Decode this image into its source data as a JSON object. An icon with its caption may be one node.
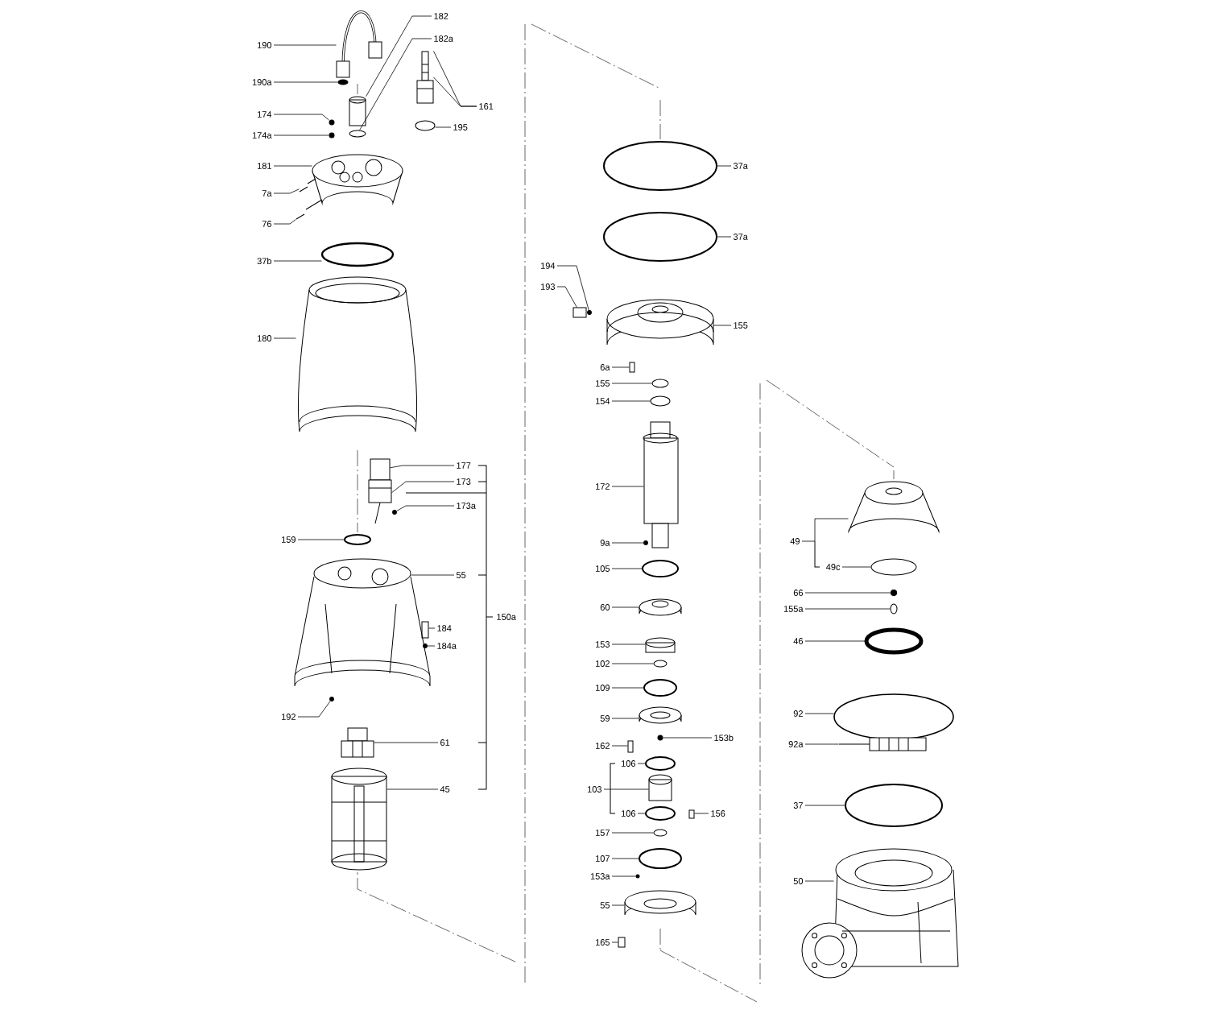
{
  "diagram": {
    "nodes": [
      {
        "text": [
          "190"
        ]
      },
      {
        "text": [
          "190a"
        ]
      },
      {
        "text": [
          "182"
        ]
      },
      {
        "text": [
          "182a"
        ]
      },
      {
        "text": [
          "174"
        ]
      },
      {
        "text": [
          "174a"
        ]
      },
      {
        "text": [
          "181"
        ]
      },
      {
        "text": [
          "161"
        ]
      },
      {
        "text": [
          "195"
        ]
      },
      {
        "text": [
          "7a"
        ]
      },
      {
        "text": [
          "76"
        ]
      },
      {
        "text": [
          "37b"
        ]
      },
      {
        "text": [
          "180"
        ]
      },
      {
        "text": [
          "177"
        ]
      },
      {
        "text": [
          "173"
        ]
      },
      {
        "text": [
          "173a"
        ]
      },
      {
        "text": [
          "159"
        ]
      },
      {
        "text": [
          "55"
        ]
      },
      {
        "text": [
          "184"
        ]
      },
      {
        "text": [
          "184a"
        ]
      },
      {
        "text": [
          "192"
        ]
      },
      {
        "text": [
          "61"
        ]
      },
      {
        "text": [
          "45"
        ]
      },
      {
        "text": [
          "37a"
        ]
      },
      {
        "text": [
          "37a"
        ]
      },
      {
        "text": [
          "194"
        ]
      },
      {
        "text": [
          "193"
        ]
      },
      {
        "text": [
          "155"
        ]
      },
      {
        "text": [
          "6a"
        ]
      },
      {
        "text": [
          "155"
        ]
      },
      {
        "text": [
          "154"
        ]
      },
      {
        "text": [
          "172"
        ]
      },
      {
        "text": [
          "9a"
        ]
      },
      {
        "text": [
          "105"
        ]
      },
      {
        "text": [
          "60"
        ]
      },
      {
        "text": [
          "153"
        ]
      },
      {
        "text": [
          "102"
        ]
      },
      {
        "text": [
          "109"
        ]
      },
      {
        "text": [
          "59"
        ]
      },
      {
        "text": [
          "162"
        ]
      },
      {
        "text": [
          "153b"
        ]
      },
      {
        "text": [
          "106"
        ]
      },
      {
        "text": [
          "103"
        ]
      },
      {
        "text": [
          "106"
        ]
      },
      {
        "text": [
          "156"
        ]
      },
      {
        "text": [
          "157"
        ]
      },
      {
        "text": [
          "107"
        ]
      },
      {
        "text": [
          "153a"
        ]
      },
      {
        "text": [
          "55"
        ]
      },
      {
        "text": [
          "165"
        ]
      },
      {
        "text": [
          "49"
        ]
      },
      {
        "text": [
          "49c"
        ]
      },
      {
        "text": [
          "66"
        ]
      },
      {
        "text": [
          "155a"
        ]
      },
      {
        "text": [
          "46"
        ]
      },
      {
        "text": [
          "92"
        ]
      },
      {
        "text": [
          "92a"
        ]
      },
      {
        "text": [
          "37"
        ]
      },
      {
        "text": [
          "50"
        ]
      },
      {
        "text": [],
        "shape": "picture"
      },
      {
        "text": [],
        "shape": "circle"
      },
      {
        "text": [],
        "shape": "cylinder"
      },
      {
        "text": [],
        "shape": "circle"
      },
      {
        "text": [],
        "shape": "circle"
      },
      {
        "text": [],
        "shape": "circle"
      },
      {
        "text": [],
        "shape": "picture"
      },
      {
        "text": [],
        "shape": "picture"
      },
      {
        "text": [],
        "shape": "circle"
      },
      {
        "text": [],
        "shape": "picture"
      },
      {
        "text": [],
        "shape": "picture"
      },
      {
        "text": [],
        "shape": "circle"
      },
      {
        "text": [],
        "shape": "picture"
      },
      {
        "text": [],
        "shape": "box"
      },
      {
        "text": [],
        "shape": "cylinder"
      },
      {
        "text": [],
        "shape": "circle"
      },
      {
        "text": [],
        "shape": "circle"
      },
      {
        "text": [],
        "shape": "picture"
      },
      {
        "text": [],
        "shape": "box"
      },
      {
        "text": [],
        "shape": "circle"
      },
      {
        "text": [],
        "shape": "circle"
      },
      {
        "text": [],
        "shape": "picture"
      },
      {
        "text": [],
        "shape": "picture"
      },
      {
        "text": [],
        "shape": "circle"
      },
      {
        "text": [],
        "shape": "circle"
      },
      {
        "text": [],
        "shape": "circle"
      },
      {
        "text": [],
        "shape": "box"
      },
      {
        "text": [],
        "shape": "picture"
      },
      {
        "text": [],
        "shape": "box"
      },
      {
        "text": [],
        "shape": "circle"
      },
      {
        "text": [],
        "shape": "circle"
      },
      {
        "text": [],
        "shape": "cylinder"
      },
      {
        "text": [],
        "shape": "circle"
      },
      {
        "text": [],
        "shape": "circle"
      },
      {
        "text": [],
        "shape": "picture"
      },
      {
        "text": [],
        "shape": "cylinder"
      },
      {
        "text": [],
        "shape": "circle"
      },
      {
        "text": [],
        "shape": "circle"
      },
      {
        "text": [],
        "shape": "picture"
      },
      {
        "text": [],
        "shape": "box"
      },
      {
        "text": [],
        "shape": "circle"
      },
      {
        "text": [],
        "shape": "circle"
      },
      {
        "text": [],
        "shape": "cylinder"
      },
      {
        "text": [],
        "shape": "circle"
      },
      {
        "text": [],
        "shape": "box"
      },
      {
        "text": [],
        "shape": "circle"
      },
      {
        "text": [],
        "shape": "circle"
      },
      {
        "text": [],
        "shape": "circle"
      },
      {
        "text": [],
        "shape": "picture"
      },
      {
        "text": [],
        "shape": "box"
      },
      {
        "text": [],
        "shape": "picture"
      },
      {
        "text": [],
        "shape": "circle"
      },
      {
        "text": [],
        "shape": "circle"
      },
      {
        "text": [],
        "shape": "circle"
      },
      {
        "text": [],
        "shape": "circle"
      },
      {
        "text": [],
        "shape": "circle"
      },
      {
        "text": [],
        "shape": "bar"
      },
      {
        "text": [],
        "shape": "circle"
      },
      {
        "text": [],
        "shape": "picture"
      }
    ],
    "edges": [
      {
        "from": 0,
        "to": 59,
        "arrow": "none"
      },
      {
        "from": 1,
        "to": 60,
        "arrow": "none"
      },
      {
        "from": 2,
        "to": 61,
        "arrow": "none"
      },
      {
        "from": 3,
        "to": 62,
        "arrow": "none"
      },
      {
        "from": 4,
        "to": 63,
        "arrow": "none"
      },
      {
        "from": 5,
        "to": 64,
        "arrow": "none"
      },
      {
        "from": 6,
        "to": 65,
        "arrow": "none"
      },
      {
        "from": 7,
        "to": 66,
        "arrow": "none"
      },
      {
        "from": 7,
        "to": 66,
        "arrow": "none"
      },
      {
        "from": 8,
        "to": 67,
        "arrow": "none"
      },
      {
        "from": 9,
        "to": 68,
        "arrow": "none"
      },
      {
        "from": 10,
        "to": 69,
        "arrow": "none"
      },
      {
        "from": 11,
        "to": 70,
        "arrow": "none"
      },
      {
        "from": 12,
        "to": 71,
        "arrow": "none"
      },
      {
        "from": 13,
        "to": 72,
        "arrow": "none"
      },
      {
        "from": 14,
        "to": 73,
        "arrow": "none"
      },
      {
        "from": 15,
        "to": 74,
        "arrow": "none"
      },
      {
        "from": 16,
        "to": 75,
        "arrow": "none"
      },
      {
        "from": 17,
        "to": 76,
        "arrow": "none"
      },
      {
        "from": 18,
        "to": 77,
        "arrow": "none"
      },
      {
        "from": 19,
        "to": 78,
        "arrow": "none"
      },
      {
        "from": 20,
        "to": 79,
        "arrow": "none"
      },
      {
        "from": 21,
        "to": 80,
        "arrow": "none"
      },
      {
        "from": 22,
        "to": 81,
        "arrow": "none"
      },
      {
        "from": 23,
        "to": 82,
        "arrow": "none"
      },
      {
        "from": 24,
        "to": 83,
        "arrow": "none"
      },
      {
        "from": 25,
        "to": 84,
        "arrow": "none"
      },
      {
        "from": 26,
        "to": 85,
        "arrow": "none"
      },
      {
        "from": 27,
        "to": 86,
        "arrow": "none"
      },
      {
        "from": 28,
        "to": 87,
        "arrow": "none"
      },
      {
        "from": 29,
        "to": 88,
        "arrow": "none"
      },
      {
        "from": 30,
        "to": 89,
        "arrow": "none"
      },
      {
        "from": 31,
        "to": 90,
        "arrow": "none"
      },
      {
        "from": 32,
        "to": 91,
        "arrow": "none"
      },
      {
        "from": 33,
        "to": 92,
        "arrow": "none"
      },
      {
        "from": 34,
        "to": 93,
        "arrow": "none"
      },
      {
        "from": 35,
        "to": 94,
        "arrow": "none"
      },
      {
        "from": 36,
        "to": 95,
        "arrow": "none"
      },
      {
        "from": 37,
        "to": 96,
        "arrow": "none"
      },
      {
        "from": 38,
        "to": 97,
        "arrow": "none"
      },
      {
        "from": 39,
        "to": 98,
        "arrow": "none"
      },
      {
        "from": 40,
        "to": 99,
        "arrow": "none"
      },
      {
        "from": 41,
        "to": 100,
        "arrow": "none"
      },
      {
        "from": 42,
        "to": 101,
        "arrow": "none"
      },
      {
        "from": 43,
        "to": 102,
        "arrow": "none"
      },
      {
        "from": 44,
        "to": 103,
        "arrow": "none"
      },
      {
        "from": 45,
        "to": 104,
        "arrow": "none"
      },
      {
        "from": 46,
        "to": 105,
        "arrow": "none"
      },
      {
        "from": 47,
        "to": 106,
        "arrow": "none"
      },
      {
        "from": 48,
        "to": 107,
        "arrow": "none"
      },
      {
        "from": 49,
        "to": 108,
        "arrow": "none"
      },
      {
        "from": 50,
        "to": 109,
        "arrow": "none"
      },
      {
        "from": 51,
        "to": 110,
        "arrow": "none"
      },
      {
        "from": 52,
        "to": 111,
        "arrow": "none"
      },
      {
        "from": 53,
        "to": 112,
        "arrow": "none"
      },
      {
        "from": 54,
        "to": 113,
        "arrow": "none"
      },
      {
        "from": 55,
        "to": 114,
        "arrow": "none"
      },
      {
        "from": 56,
        "to": 115,
        "arrow": "none"
      },
      {
        "from": 57,
        "to": 116,
        "arrow": "none"
      },
      {
        "from": 58,
        "to": 117,
        "arrow": "none"
      }
    ],
    "labels": [
      "150a"
    ]
  }
}
